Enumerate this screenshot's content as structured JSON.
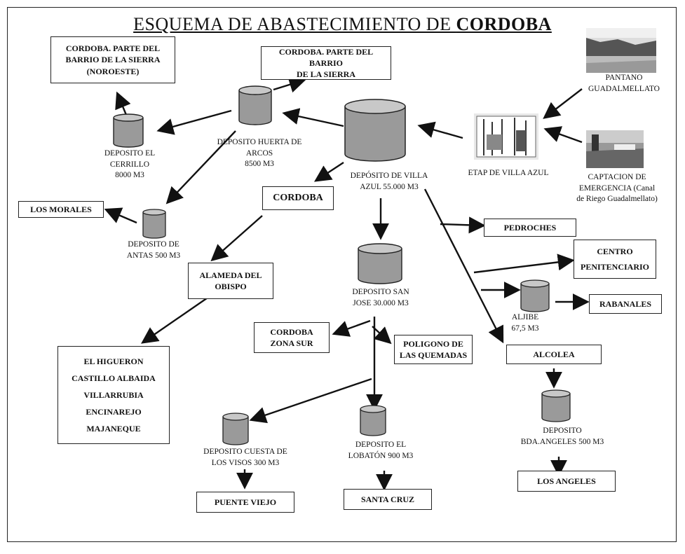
{
  "title": {
    "prefix": "ESQUEMA DE ABASTECIMIENTO DE ",
    "city": "CORDOBA"
  },
  "nodes": {
    "noroeste_box": [
      "CORDOBA. PARTE DEL",
      "BARRIO DE LA SIERRA",
      "(NOROESTE)"
    ],
    "sierra_box": [
      "CORDOBA. PARTE DEL BARRIO",
      "DE LA SIERRA"
    ],
    "pantano": [
      "PANTANO",
      "GUADALMELLATO"
    ],
    "etap": "ETAP DE VILLA AZUL",
    "captacion": [
      "CAPTACION DE",
      "EMERGENCIA (Canal",
      "de Riego Guadalmellato)"
    ],
    "cerrillo": [
      "DEPOSITO EL",
      "CERRILLO",
      "8000 M3"
    ],
    "huerta": [
      "DEPOSITO HUERTA DE",
      "ARCOS",
      "8500 M3"
    ],
    "villa_azul": [
      "DEPÓSITO DE VILLA",
      "AZUL 55.000 M3"
    ],
    "cordoba_box": "CORDOBA",
    "los_morales": "LOS MORALES",
    "antas": [
      "DEPOSITO DE",
      "ANTAS 500 M3"
    ],
    "alameda": [
      "ALAMEDA DEL",
      "OBISPO"
    ],
    "pedroches": "PEDROCHES",
    "centro_pen": [
      "CENTRO",
      "PENITENCIARIO"
    ],
    "san_jose": [
      "DEPOSITO SAN",
      "JOSE 30.000 M3"
    ],
    "aljibe": [
      "ALJIBE",
      "67,5 M3"
    ],
    "rabanales": "RABANALES",
    "zona_sur": [
      "CORDOBA",
      "ZONA SUR"
    ],
    "quemadas": [
      "POLIGONO DE",
      "LAS QUEMADAS"
    ],
    "alcolea": "ALCOLEA",
    "higueron_list": [
      "EL HIGUERON",
      "CASTILLO ALBAIDA",
      "VILLARRUBIA",
      "ENCINAREJO",
      "MAJANEQUE"
    ],
    "cuesta": [
      "DEPOSITO CUESTA DE",
      "LOS VISOS 300 M3"
    ],
    "lobaton": [
      "DEPOSITO EL",
      "LOBATÓN 900 M3"
    ],
    "bda_angeles": [
      "DEPOSITO",
      "BDA.ANGELES 500 M3"
    ],
    "puente_viejo": "PUENTE VIEJO",
    "santa_cruz": "SANTA CRUZ",
    "los_angeles": "LOS ANGELES"
  },
  "colors": {
    "line": "#111111",
    "cylinder": "#9a9a9a",
    "cylinder_top": "#c8c8c8"
  }
}
